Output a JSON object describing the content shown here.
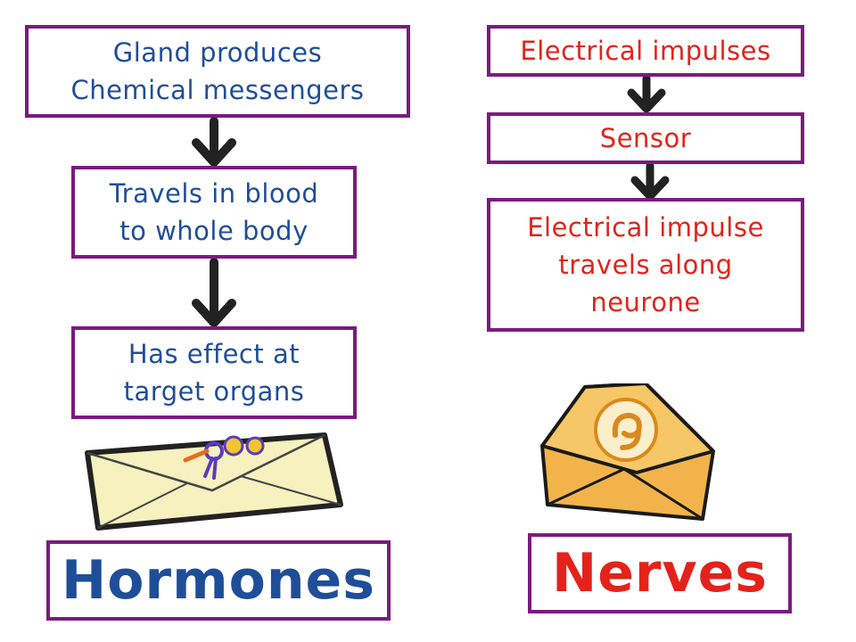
{
  "hormones": {
    "steps": [
      "Gland  produces\nChemical messengers",
      "Travels in blood\nto whole body",
      "Has effect at\ntarget organs"
    ],
    "title": "Hormones",
    "icon": "letter-envelope-icon"
  },
  "nerves": {
    "steps": [
      "Electrical  impulses",
      "Sensor",
      "Electrical  impulse\ntravels along\nneurone"
    ],
    "title": "Nerves",
    "icon": "email-envelope-icon"
  },
  "colors": {
    "border": "#7b1b7e",
    "hormone_text": "#1f4e99",
    "nerve_text": "#e3231b",
    "arrow": "#222222"
  }
}
